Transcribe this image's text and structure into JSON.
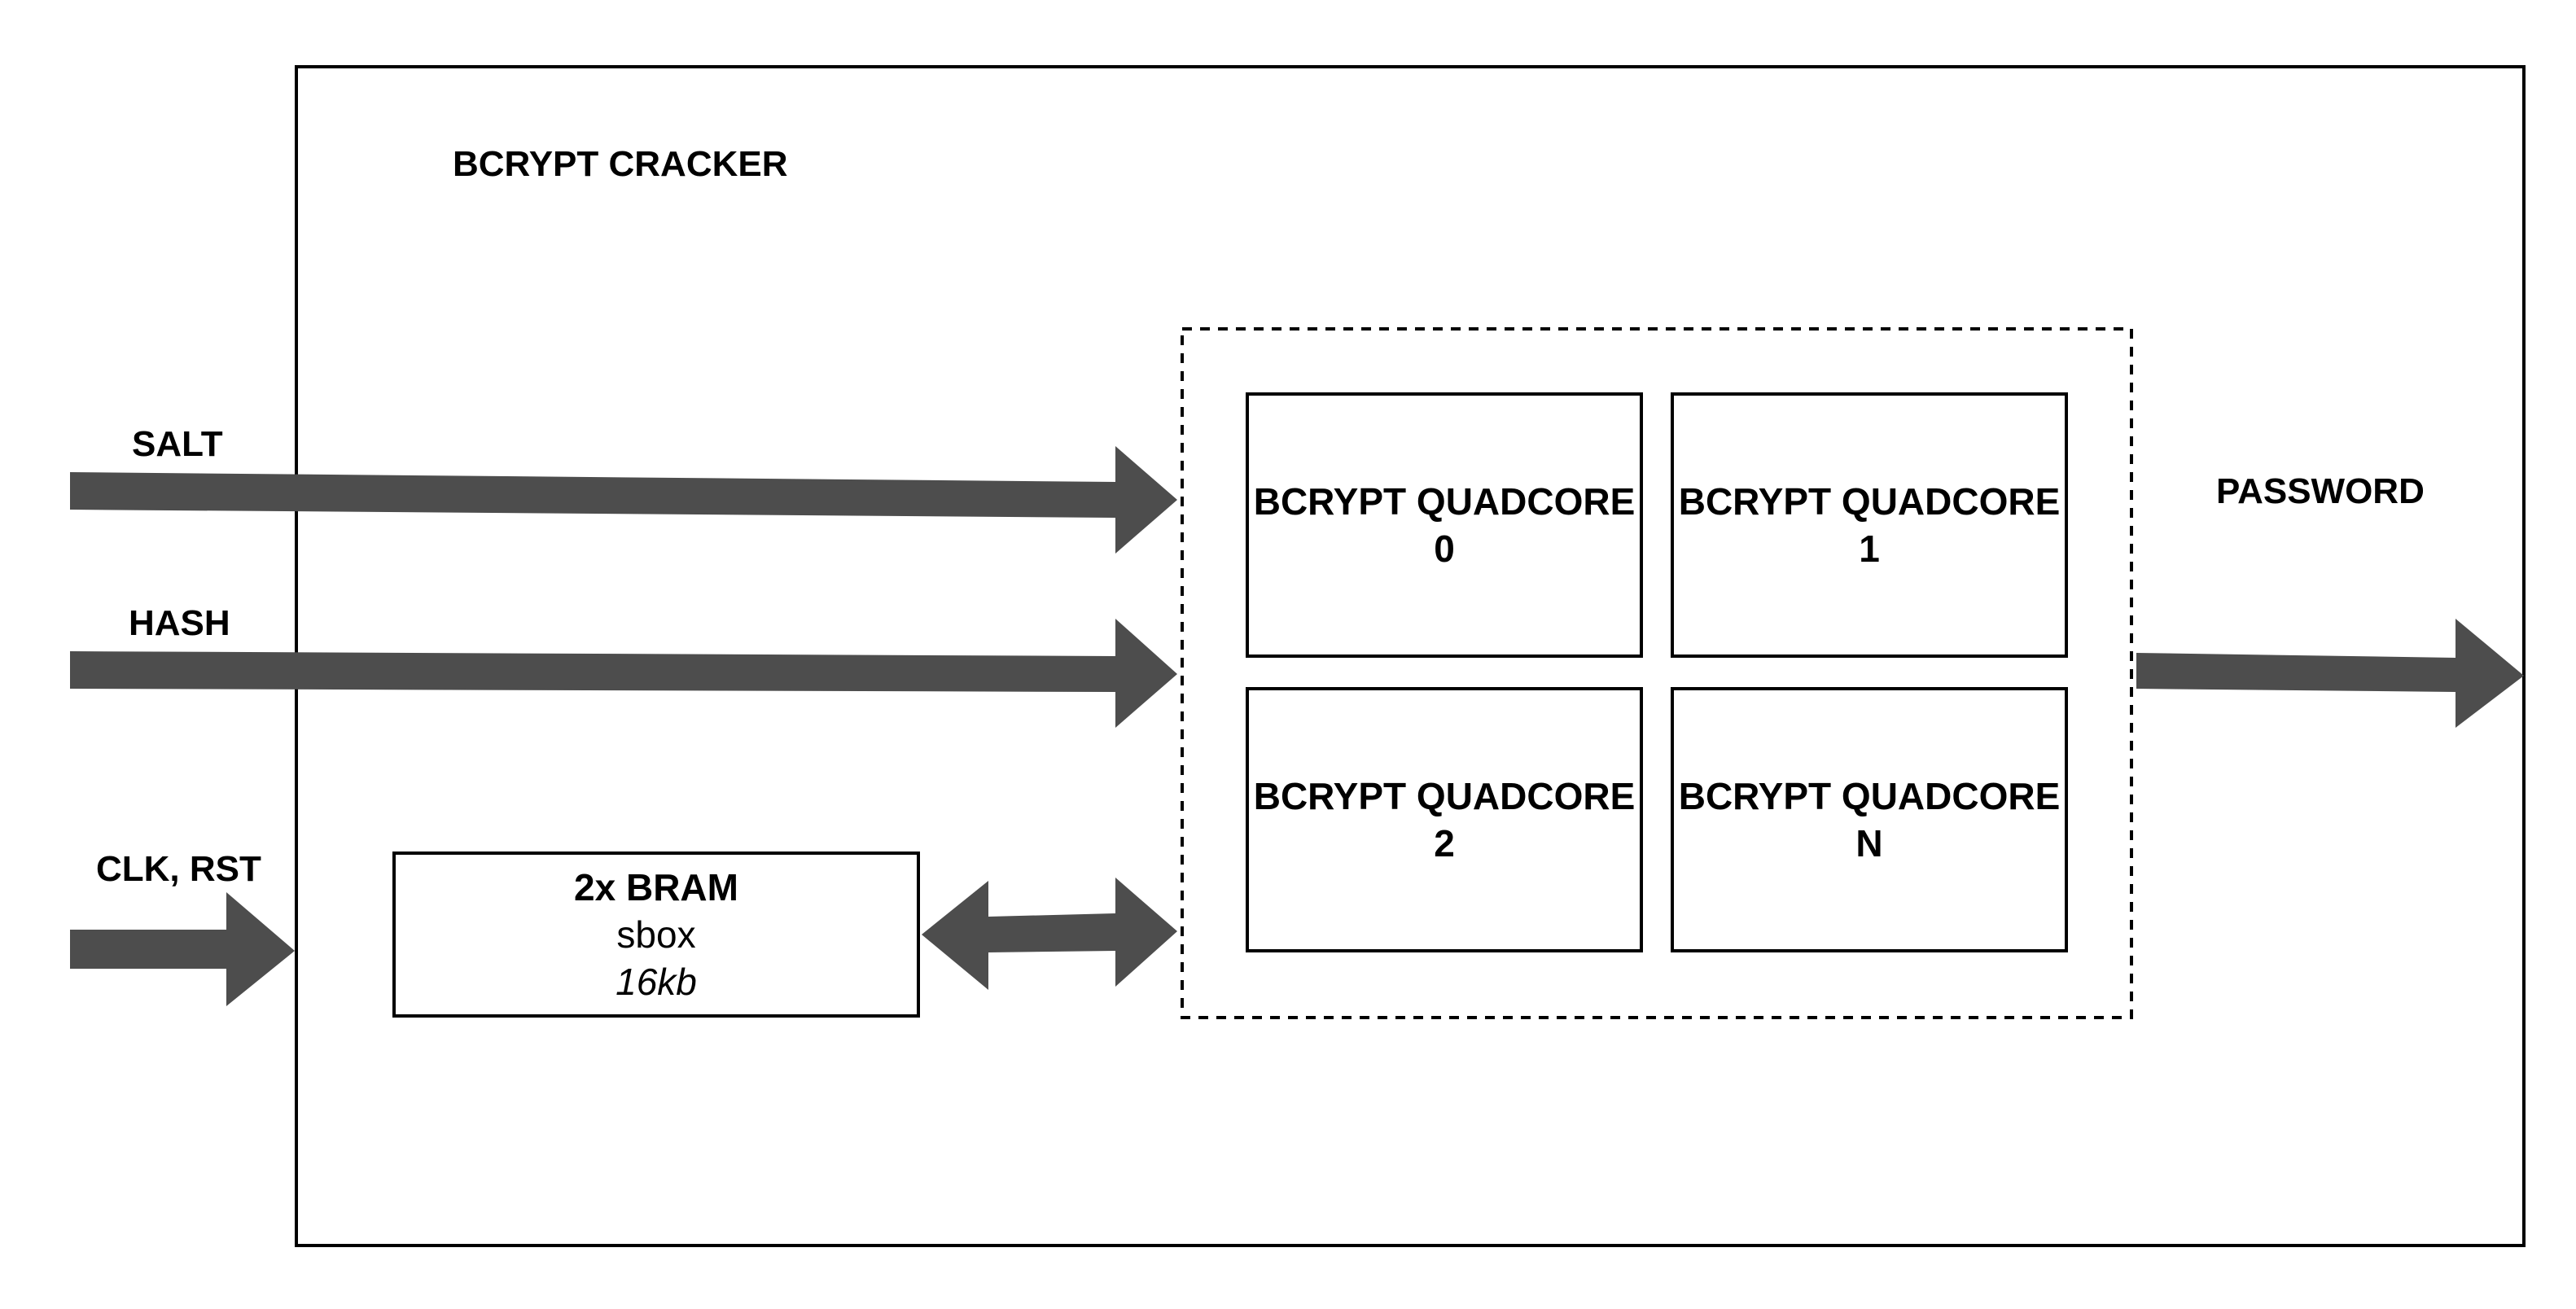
{
  "title": "BCRYPT CRACKER",
  "inputs": {
    "salt": "SALT",
    "hash": "HASH",
    "clk_rst": "CLK, RST"
  },
  "output": {
    "password": "PASSWORD"
  },
  "cores": [
    {
      "line1": "BCRYPT QUADCORE",
      "line2": "0"
    },
    {
      "line1": "BCRYPT QUADCORE",
      "line2": "1"
    },
    {
      "line1": "BCRYPT QUADCORE",
      "line2": "2"
    },
    {
      "line1": "BCRYPT QUADCORE",
      "line2": "N"
    }
  ],
  "bram": {
    "title": "2x BRAM",
    "name": "sbox",
    "size": "16kb"
  },
  "colors": {
    "arrow": "#4d4d4d",
    "stroke": "#000000",
    "background": "#ffffff"
  }
}
